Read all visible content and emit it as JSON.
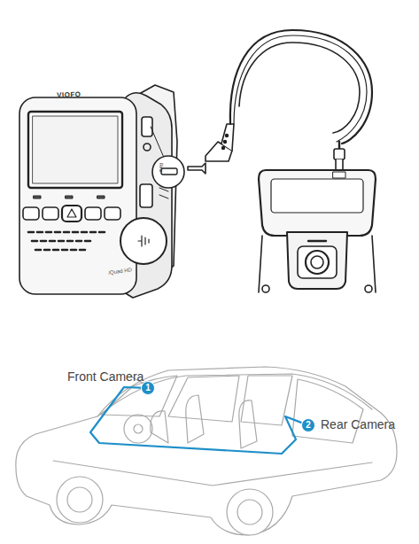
{
  "diagram": {
    "nodes": [
      {
        "text": [
          "1"
        ]
      },
      {
        "text": [
          "2"
        ]
      }
    ],
    "edges": [
      {
        "from": 0,
        "to": 1,
        "arrow": "none"
      }
    ],
    "labels": [
      "VIOFO",
      "Rear",
      "/Quad HD",
      "Front Camera",
      "Rear Camera"
    ]
  }
}
